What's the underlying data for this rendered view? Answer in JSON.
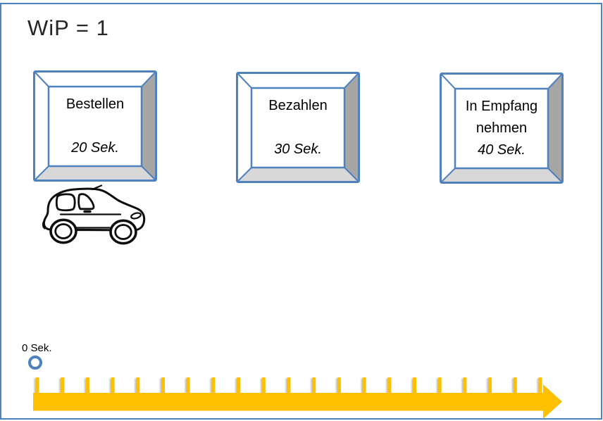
{
  "slide": {
    "title": "WiP = 1"
  },
  "stations": [
    {
      "title": "Bestellen",
      "duration": "20 Sek."
    },
    {
      "title": "Bezahlen",
      "duration": "30 Sek."
    },
    {
      "title": "In Empfang nehmen",
      "duration": "40 Sek."
    }
  ],
  "car": {
    "icon": "car-icon"
  },
  "timeline": {
    "origin_label": "0 Sek.",
    "tick_count": 21,
    "marker_icon": "circle-marker-icon",
    "arrow_icon": "right-arrow"
  },
  "colors": {
    "accent_blue": "#4F81BD",
    "gold": "#FFC000",
    "bevel_side_gray": "#A6A6A6",
    "bevel_bottom_gray": "#D8D8D8",
    "ink": "#000000"
  }
}
